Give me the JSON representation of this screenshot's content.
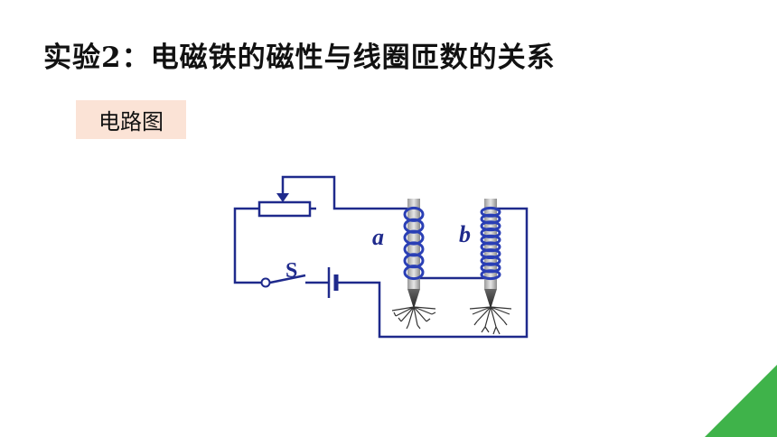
{
  "slide": {
    "title": "实验2：电磁铁的磁性与线圈匝数的关系",
    "tag_label": "电路图"
  },
  "diagram": {
    "switch_label": "S",
    "coil_a_label": "a",
    "coil_b_label": "b",
    "coil_a_turns": 6,
    "coil_b_turns": 10
  },
  "colors": {
    "wire": "#1f2a8c",
    "coil": "#2a3fb5",
    "core": "#b8b8b8",
    "tag_bg": "#fbe3d6",
    "accent_green": "#3fb34a"
  }
}
